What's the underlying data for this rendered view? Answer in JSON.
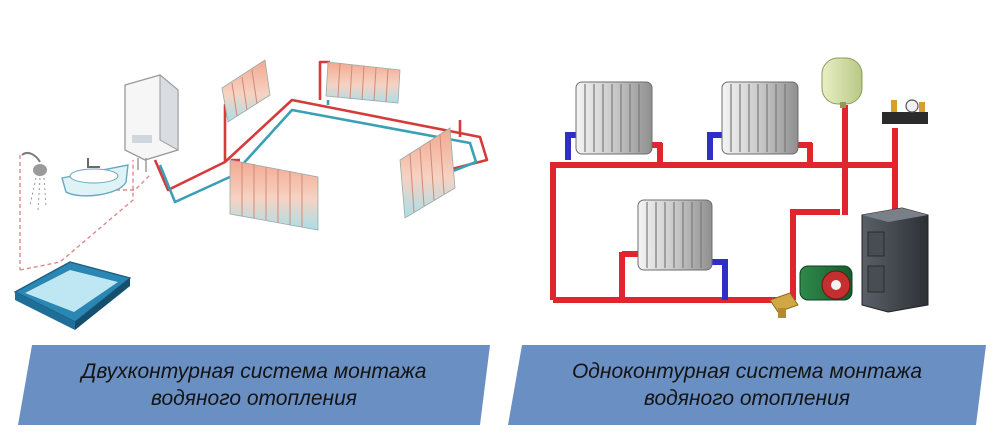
{
  "colors": {
    "supply": "#e0252c",
    "return": "#2f2fc8",
    "banner": "#6a8fc3",
    "radiator_warm": "#f3b6a0",
    "radiator_cool": "#a9dfe8",
    "radiator_iron": "#d9d9d9"
  },
  "captions": {
    "left": {
      "line1": "Двухконтурная система монтажа",
      "line2": "водяного отопления"
    },
    "right": {
      "line1": "Одноконтурная система монтажа",
      "line2": "водяного отопления"
    }
  },
  "icons": [
    "shower-icon",
    "sink-icon",
    "bath-icon",
    "gas-boiler-icon",
    "radiator-icon",
    "expansion-tank-icon",
    "safety-group-icon",
    "solid-fuel-boiler-icon",
    "circulation-pump-icon",
    "filter-valve-icon"
  ]
}
